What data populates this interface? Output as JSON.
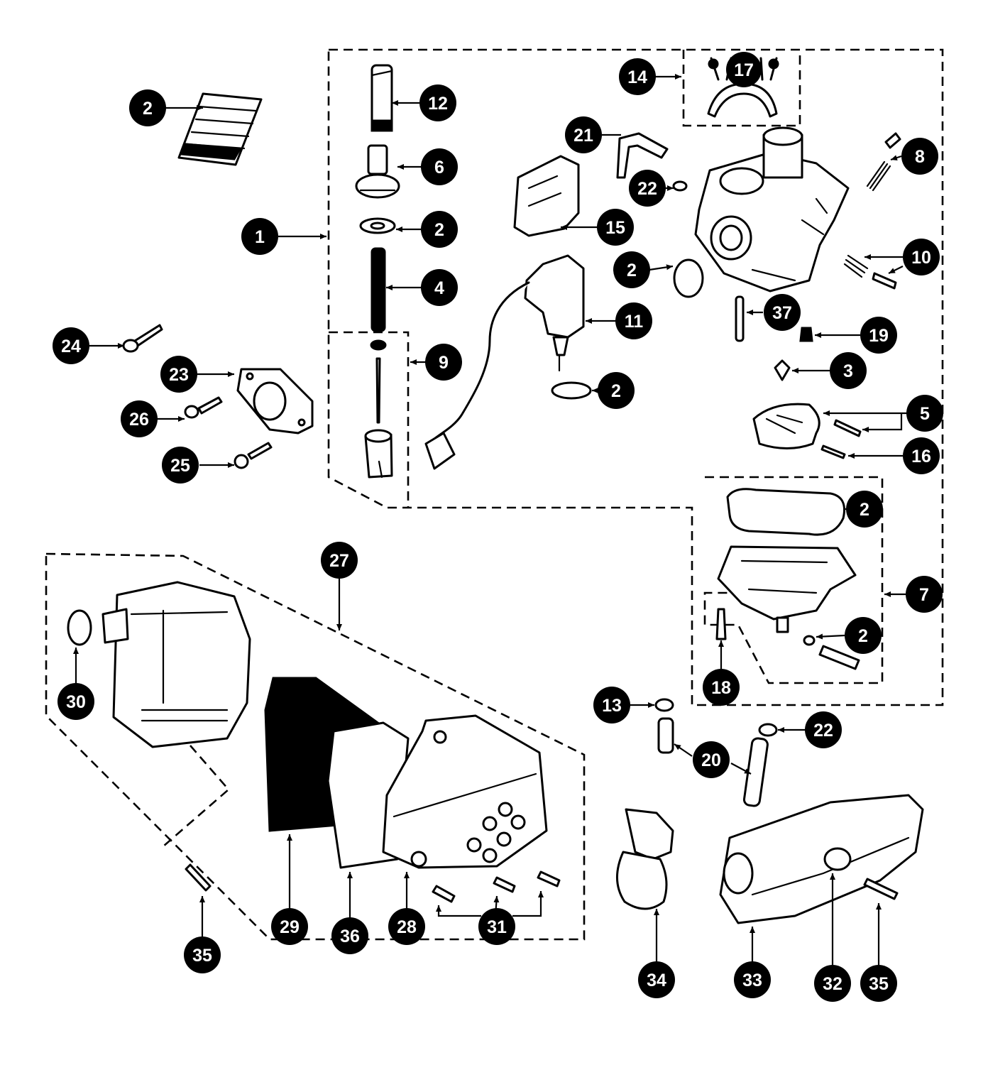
{
  "diagram": {
    "type": "exploded-parts-diagram",
    "callouts": [
      "2",
      "12",
      "6",
      "2",
      "1",
      "4",
      "9",
      "24",
      "23",
      "26",
      "25",
      "14",
      "17",
      "21",
      "22",
      "15",
      "8",
      "2",
      "10",
      "11",
      "37",
      "19",
      "2",
      "3",
      "5",
      "16",
      "2",
      "7",
      "2",
      "18",
      "13",
      "22",
      "20",
      "27",
      "30",
      "29",
      "36",
      "28",
      "31",
      "35",
      "34",
      "33",
      "32",
      "35"
    ],
    "colors": {
      "ink": "#000000",
      "paper": "#ffffff"
    }
  }
}
